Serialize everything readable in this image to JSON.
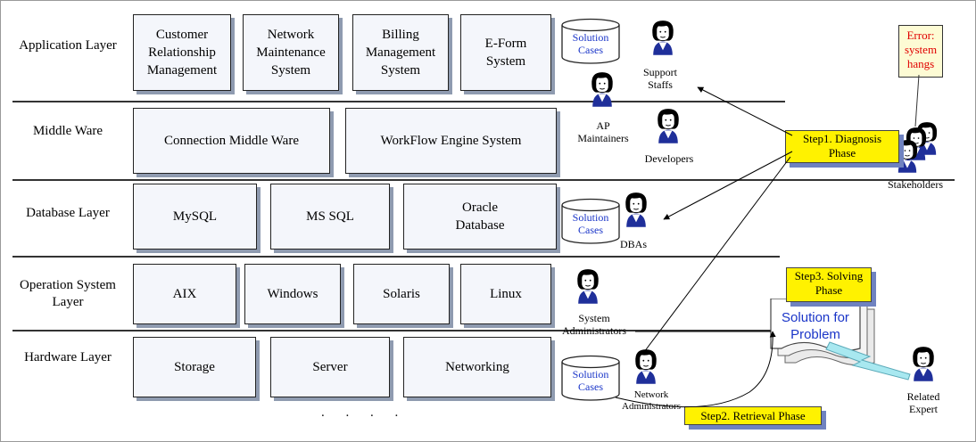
{
  "layers": [
    {
      "label": "Application\nLayer",
      "boxes": [
        "Customer\nRelationship\nManagement",
        "Network\nMaintenance\nSystem",
        "Billing\nManagement\nSystem",
        "E-Form\nSystem"
      ]
    },
    {
      "label": "Middle\nWare",
      "boxes": [
        "Connection Middle Ware",
        "WorkFlow Engine System"
      ]
    },
    {
      "label": "Database\nLayer",
      "boxes": [
        "MySQL",
        "MS SQL",
        "Oracle\nDatabase"
      ]
    },
    {
      "label": "Operation\nSystem Layer",
      "boxes": [
        "AIX",
        "Windows",
        "Solaris",
        "Linux"
      ]
    },
    {
      "label": "Hardware\nLayer",
      "boxes": [
        "Storage",
        "Server",
        "Networking"
      ]
    }
  ],
  "ellipsis": ". . . .",
  "solution_cases": "Solution\nCases",
  "people": {
    "support_staffs": "Support\nStaffs",
    "ap_maintainers": "AP\nMaintainers",
    "developers": "Developers",
    "dbas": "DBAs",
    "system_administrators": "System\nAdministrators",
    "network_administrators": "Network\nAdministrators",
    "stakeholders": "Stakeholders",
    "related_expert": "Related\nExpert"
  },
  "error_note": "Error:\nsystem\nhangs",
  "phases": {
    "step1": "Step1. Diagnosis\nPhase",
    "step2": "Step2. Retrieval Phase",
    "step3": "Step3. Solving\nPhase"
  },
  "solution_for_problem": "Solution for\nProblem",
  "colors": {
    "phase_fill": "#fff200",
    "link_blue": "#1a35c8",
    "error_red": "#e00000",
    "box_fill": "#f4f6fb",
    "lightning": "#a8e8f0"
  }
}
